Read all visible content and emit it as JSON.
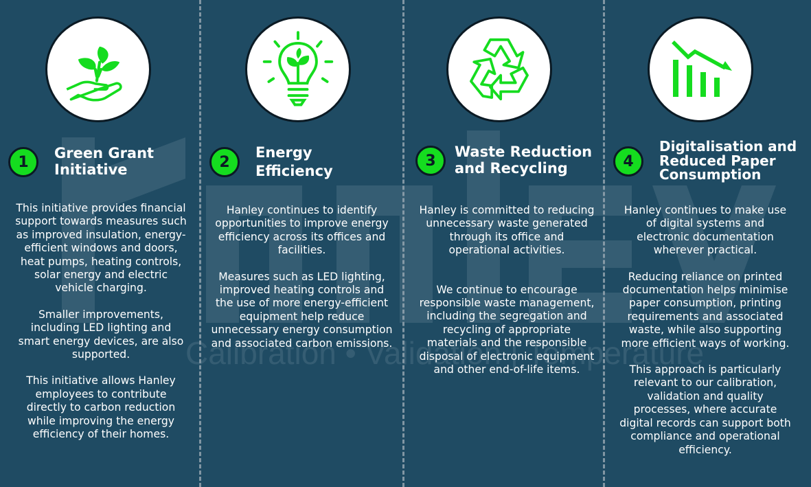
{
  "colors": {
    "background": "#1f4b63",
    "accent": "#15dc1f",
    "circle_bg": "#ffffff",
    "text": "#ffffff"
  },
  "watermark": {
    "wordmark": "Hanley",
    "tagline": "Calibration • Validation | Temperature"
  },
  "columns": [
    {
      "number": "1",
      "icon": "plant-in-hand-icon",
      "title_lines": [
        "Green Grant",
        "Initiative"
      ],
      "paragraphs": [
        "This initiative provides financial support towards measures such as improved insulation, energy-efficient windows and doors, heat pumps, heating controls, solar energy and electric vehicle charging.",
        "Smaller improvements, including LED lighting and smart energy devices, are also supported.",
        "This initiative allows Hanley employees to contribute directly to carbon reduction while improving the energy efficiency of their homes."
      ]
    },
    {
      "number": "2",
      "icon": "eco-lightbulb-icon",
      "title_lines": [
        "Energy",
        "Efficiency"
      ],
      "paragraphs": [
        "Hanley continues to identify opportunities to improve energy efficiency across its offices and facilities.",
        "Measures such as LED lighting, improved heating controls and the use of more energy-efficient equipment help reduce unnecessary energy consumption and associated carbon emissions."
      ]
    },
    {
      "number": "3",
      "icon": "recycle-icon",
      "title_lines": [
        "Waste Reduction",
        "and Recycling"
      ],
      "paragraphs": [
        "Hanley is committed to reducing unnecessary waste generated through its office and operational activities.",
        "We continue to encourage responsible waste management, including the segregation and recycling of appropriate materials and the responsible disposal of electronic equipment and other end-of-life items."
      ]
    },
    {
      "number": "4",
      "icon": "declining-chart-icon",
      "title_lines": [
        "Digitalisation and",
        "Reduced Paper",
        "Consumption"
      ],
      "paragraphs": [
        "Hanley continues to make use of digital systems and electronic documentation wherever practical.",
        "Reducing reliance on printed documentation helps minimise paper consumption, printing requirements and associated waste, while also supporting more efficient ways of working.",
        "This approach is particularly relevant to our calibration, validation and quality processes, where accurate digital records can support both compliance and operational efficiency."
      ]
    }
  ]
}
